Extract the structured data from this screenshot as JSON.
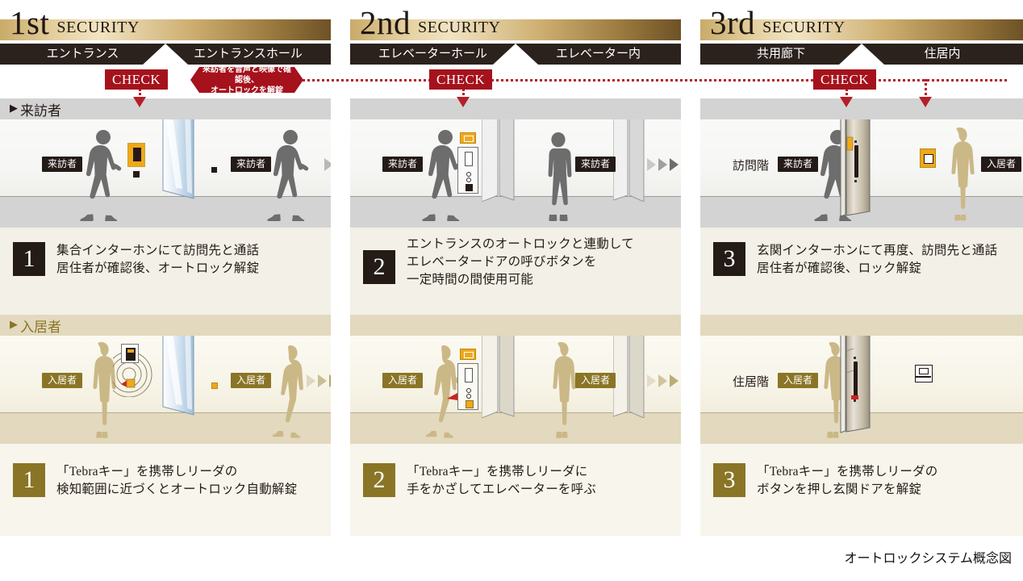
{
  "caption": "オートロックシステム概念図",
  "colors": {
    "check_red": "#a5121c",
    "dot_red": "#b51f28",
    "dark": "#241b17",
    "gold": "#8a7526",
    "gold_bar": "#c9ab6a",
    "visitor_floor": "#d3d3d3",
    "resident_floor": "#e2d9be",
    "device_yellow": "#f0a81a"
  },
  "sections": [
    {
      "ordinal": "1st",
      "security_word": "SECURITY",
      "zone_left": "エントランス",
      "zone_right": "エントランスホール",
      "check_label": "CHECK",
      "callout_line1": "来訪者を音声と映像で確認後、",
      "callout_line2": "オートロックを解錠",
      "visitor_step_number": "1",
      "visitor_step_text": "集合インターホンにて訪問先と通話\n居住者が確認後、オートロック解錠",
      "resident_step_number": "1",
      "resident_step_text": "「Tebraキー」を携帯しリーダの\n検知範囲に近づくとオートロック自動解錠",
      "visitor_tags": [
        "来訪者",
        "来訪者"
      ],
      "resident_tags": [
        "入居者",
        "入居者"
      ],
      "floor_label": ""
    },
    {
      "ordinal": "2nd",
      "security_word": "SECURITY",
      "zone_left": "エレベーターホール",
      "zone_right": "エレベーター内",
      "check_label": "CHECK",
      "visitor_step_number": "2",
      "visitor_step_text": "エントランスのオートロックと連動して\nエレベータードアの呼びボタンを\n一定時間の間使用可能",
      "resident_step_number": "2",
      "resident_step_text": "「Tebraキー」を携帯しリーダに\n手をかざしてエレベーターを呼ぶ",
      "visitor_tags": [
        "来訪者",
        "来訪者"
      ],
      "resident_tags": [
        "入居者",
        "入居者"
      ],
      "floor_label": ""
    },
    {
      "ordinal": "3rd",
      "security_word": "SECURITY",
      "zone_left": "共用廊下",
      "zone_right": "住居内",
      "check_label": "CHECK",
      "visitor_step_number": "3",
      "visitor_step_text": "玄関インターホンにて再度、訪問先と通話\n居住者が確認後、ロック解錠",
      "resident_step_number": "3",
      "resident_step_text": "「Tebraキー」を携帯しリーダの\nボタンを押し玄関ドアを解錠",
      "visitor_tags": [
        "来訪者",
        "入居者"
      ],
      "resident_tags": [
        "入居者"
      ],
      "visitor_floor_label": "訪問階",
      "resident_floor_label": "住居階"
    }
  ],
  "rows": {
    "visitor_label": "来訪者",
    "resident_label": "入居者",
    "row_marker": "▶"
  }
}
